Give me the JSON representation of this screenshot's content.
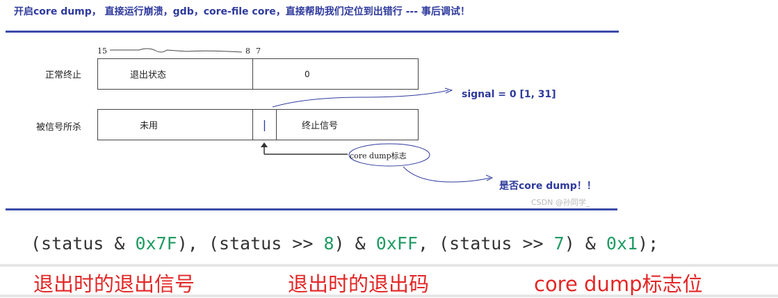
{
  "headline": "开启core dump， 直接运行崩溃，gdb，core-file core，直接帮助我们定位到出错行 --- 事后调试！",
  "bits": {
    "b15": "15",
    "b8": "8",
    "b7": "7"
  },
  "rows": {
    "normal": {
      "label": "正常终止",
      "high": "退出状态",
      "low": "0"
    },
    "signaled": {
      "label": "被信号所杀",
      "high": "未用",
      "flag": "|",
      "low": "终止信号"
    }
  },
  "signal_note": "signal = 0 [1, 31]",
  "core_flag_label": "core dump标志",
  "core_question": "是否core dump！！",
  "watermark": "CSDN @孙同学_",
  "code": {
    "p1": "(status & ",
    "n1": "0x7F",
    "p2": "), (status >> ",
    "n2": "8",
    "p3": ") & ",
    "n3": "0xFF",
    "p4": ", (status >> ",
    "n4": "7",
    "p5": ") & ",
    "n5": "0x1",
    "p6": ");"
  },
  "annotations": {
    "exit_signal": "退出时的退出信号",
    "exit_code": "退出时的退出码",
    "core_bit": "core dump标志位"
  },
  "colors": {
    "blue": "#2e3a9c",
    "red": "#e32626",
    "green": "#1f9a63"
  }
}
